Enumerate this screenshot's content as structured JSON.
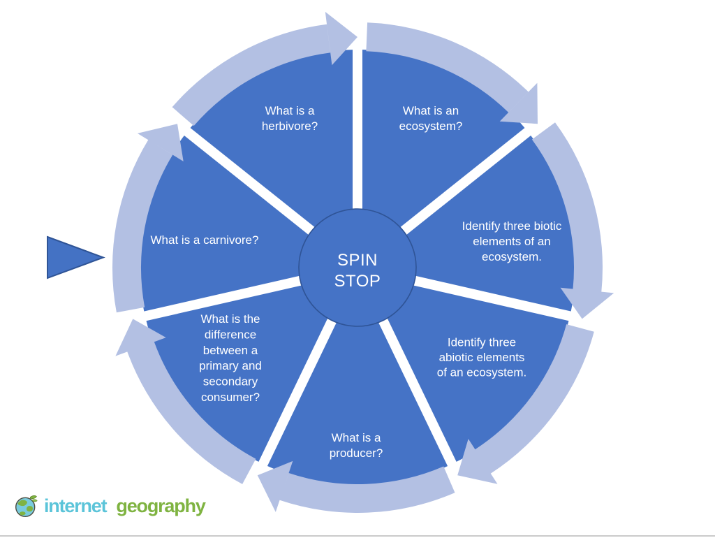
{
  "wheel": {
    "center_label_lines": [
      "SPIN",
      "STOP"
    ],
    "segments": [
      {
        "name": "ecosystem",
        "label": "What is an ecosystem?",
        "lines": [
          "What is an",
          "ecosystem?"
        ]
      },
      {
        "name": "biotic-elements",
        "label": "Identify three biotic elements of an ecosystem.",
        "lines": [
          "Identify three biotic",
          "elements of an",
          "ecosystem."
        ]
      },
      {
        "name": "abiotic-elements",
        "label": "Identify three abiotic elements of an ecosystem.",
        "lines": [
          "Identify three",
          "abiotic elements",
          "of an ecosystem."
        ]
      },
      {
        "name": "producer",
        "label": "What is a producer?",
        "lines": [
          "What is a",
          "producer?"
        ]
      },
      {
        "name": "consumer-difference",
        "label": "What is the difference between a primary and secondary consumer?",
        "lines": [
          "What is the",
          "difference",
          "between a",
          "primary and",
          "secondary",
          "consumer?"
        ]
      },
      {
        "name": "carnivore",
        "label": "What is a carnivore?",
        "lines": [
          "What is a carnivore?"
        ]
      },
      {
        "name": "herbivore",
        "label": "What is a herbivore?",
        "lines": [
          "What is a",
          "herbivore?"
        ]
      }
    ],
    "colors": {
      "wedge": "#4573C6",
      "ring": "#B3C0E3",
      "divider": "#FFFFFF",
      "center_fill": "#4573C6",
      "center_stroke": "#2F5496",
      "text": "#FFFFFF",
      "pointer_fill": "#4472C4",
      "pointer_stroke": "#2F5496"
    }
  },
  "logo": {
    "icon": "globe-icon",
    "word1": "internet",
    "word2": "geography",
    "word1_color": "#5BC4D9",
    "word2_color": "#7FB341"
  },
  "page": {
    "background": "#FFFFFF",
    "bottom_border_color": "#CBCBCB"
  }
}
